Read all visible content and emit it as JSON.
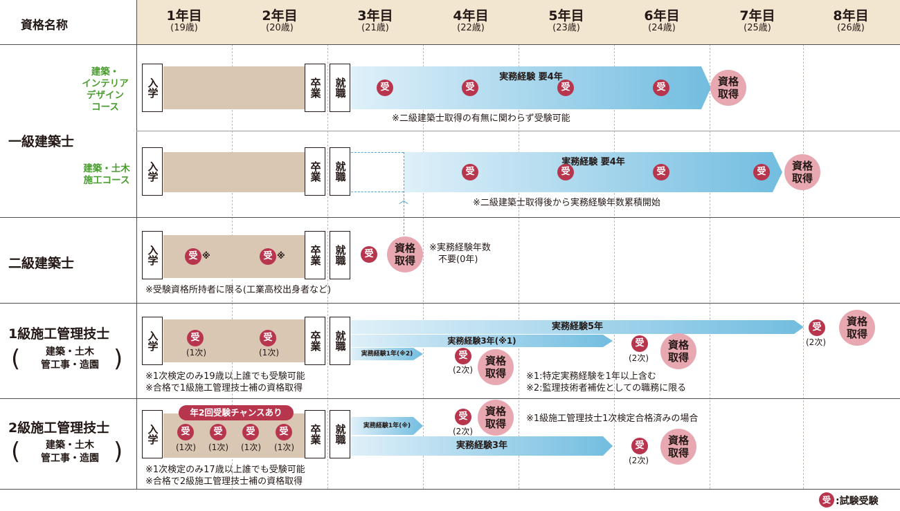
{
  "header": {
    "qualification_label": "資格名称",
    "years": [
      {
        "year": "1年目",
        "age": "(19歳)"
      },
      {
        "year": "2年目",
        "age": "(20歳)"
      },
      {
        "year": "3年目",
        "age": "(21歳)"
      },
      {
        "year": "4年目",
        "age": "(22歳)"
      },
      {
        "year": "5年目",
        "age": "(23歳)"
      },
      {
        "year": "6年目",
        "age": "(24歳)"
      },
      {
        "year": "7年目",
        "age": "(25歳)"
      },
      {
        "year": "8年目",
        "age": "(26歳)"
      }
    ]
  },
  "labels": {
    "enter": "入学",
    "graduate": "卒業",
    "employ": "就職",
    "uke": "受",
    "license": "資格\n取得",
    "first_stage": "(1次)",
    "second_stage": "(2次)",
    "asterisk": "※"
  },
  "sections": {
    "ikkyu": {
      "title": "一級建築士",
      "course1": "建築・\nインテリア\nデザイン\nコース",
      "course2": "建築・土木\n施工コース",
      "exp1": "実務経験 要4年",
      "exp2": "実務経験 要4年",
      "note1": "※二級建築士取得の有無に関わらず受験可能",
      "note2": "※二級建築士取得後から実務経験年数累積開始"
    },
    "nikyu": {
      "title": "二級建築士",
      "note_exp": "※実務経験年数\n　不要(0年)",
      "note_bottom": "※受験資格所持者に限る(工業高校出身者など)"
    },
    "sekou1": {
      "title": "1級施工管理技士",
      "sub": "建築・土木\n管工事・造園",
      "exp5": "実務経験5年",
      "exp3": "実務経験3年(※1)",
      "exp1": "実務経験1年(※2)",
      "note_bottom": "※1次検定のみ19歳以上誰でも受験可能\n※合格で1級施工管理技士補の資格取得",
      "note_right": "※1:特定実務経験を1年以上含む\n※2:監理技術者補佐としての職務に限る"
    },
    "sekou2": {
      "title": "2級施工管理技士",
      "sub": "建築・土木\n管工事・造園",
      "chance": "年2回受験チャンスあり",
      "exp1": "実務経験1年(※)",
      "exp3": "実務経験3年",
      "note_right": "※1級施工管理技士1次検定合格済みの場合",
      "note_bottom": "※1次検定のみ17歳以上誰でも受験可能\n※合格で2級施工管理技士補の資格取得"
    }
  },
  "legend": {
    "mark": "受",
    "text": ":試験受験"
  },
  "colors": {
    "header_bg": "#f3e6d1",
    "tan": "#d9c7b3",
    "exam": "#b8354e",
    "license": "#e8a8b1",
    "course_green": "#4a9c2f",
    "arrow_blue": "#72bde0"
  }
}
